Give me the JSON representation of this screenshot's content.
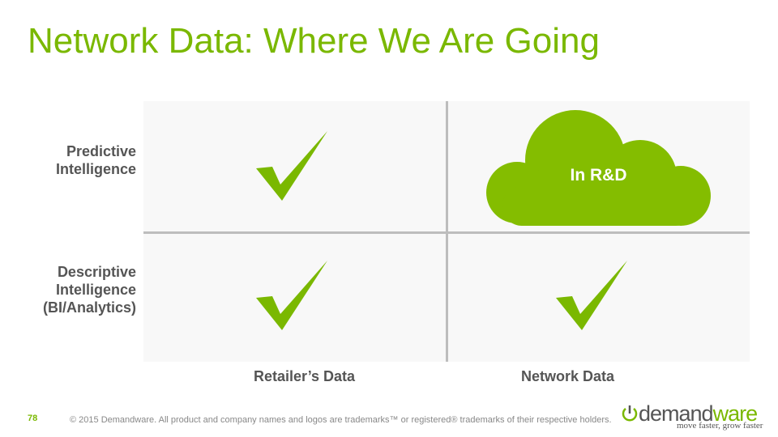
{
  "title": "Network Data: Where We Are Going",
  "rows": [
    {
      "label_lines": [
        "Predictive",
        "Intelligence"
      ]
    },
    {
      "label_lines": [
        "Descriptive",
        "Intelligence",
        "(BI/Analytics)"
      ]
    }
  ],
  "columns": [
    "Retailer’s Data",
    "Network Data"
  ],
  "cells": {
    "r0c0": "check",
    "r0c1": "cloud",
    "r1c0": "check",
    "r1c1": "check"
  },
  "cloud_label": "In R&D",
  "colors": {
    "accent": "#7ab800",
    "cloud": "#84bd00"
  },
  "footer": {
    "page": "78",
    "copyright": "© 2015 Demandware. All product and company names and logos are trademarks™ or registered® trademarks of their respective holders."
  },
  "logo": {
    "demand": "demand",
    "ware": "ware",
    "tagline": "move faster, grow faster"
  }
}
